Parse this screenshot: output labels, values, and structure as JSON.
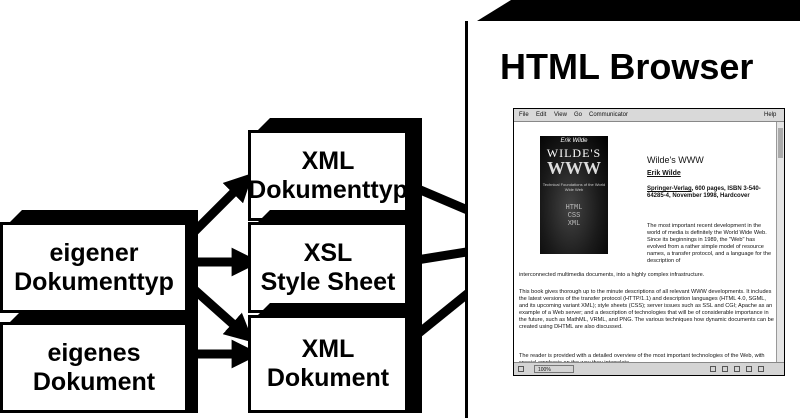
{
  "boxes": {
    "eigener_dokumenttyp": {
      "line1": "eigener",
      "line2": "Dokumenttyp"
    },
    "eigenes_dokument": {
      "line1": "eigenes",
      "line2": "Dokument"
    },
    "xml_dokumenttyp": {
      "line1": "XML",
      "line2": "Dokumenttyp"
    },
    "xsl_style_sheet": {
      "line1": "XSL",
      "line2": "Style Sheet"
    },
    "xml_dokument": {
      "line1": "XML",
      "line2": "Dokument"
    }
  },
  "browser": {
    "title": "HTML Browser",
    "menu": [
      "File",
      "Edit",
      "View",
      "Go",
      "Communicator"
    ],
    "help": "Help",
    "zoom": "100%",
    "book_cover": {
      "author": "Erik Wilde",
      "title_small": "WILDE'S",
      "title_big": "WWW",
      "subtitle": "Technical Foundations of the World Wide Web",
      "tags": "HTML\nCSS\nXML"
    },
    "page": {
      "title": "Wilde's WWW",
      "author": "Erik Wilde",
      "publisher": "Springer-Verlag",
      "pub_rest": ", 600 pages, ISBN 3-540-64285-4, November 1998, Hardcover",
      "para1": "The most important recent development in the world of media is definitely the World Wide Web. Since its beginnings in 1989, the \"Web\" has evolved from a rather simple model of resource names, a transfer protocol, and a language for the description of",
      "para1_cont": "interconnected multimedia documents, into a highly complex infrastructure.",
      "para2": "This book gives thorough up to the minute descriptions of all relevant WWW developments. It includes the latest versions of the transfer protocol (HTTP/1.1) and description languages (HTML 4.0, SGML, and its upcoming variant XML); style sheets (CSS); server issues such as SSL and CGI; Apache as an example of a Web server; and a description of technologies that will be of considerable importance in the future, such as MathML, VRML, and PNG. The various techniques how dynamic documents can be created using DHTML are also discussed.",
      "para3": "The reader is provided with a detailed overview of the most important technologies of the Web, with special emphasis on the way they interrelate"
    }
  },
  "icons": {
    "arrow": "arrow-right-icon"
  }
}
